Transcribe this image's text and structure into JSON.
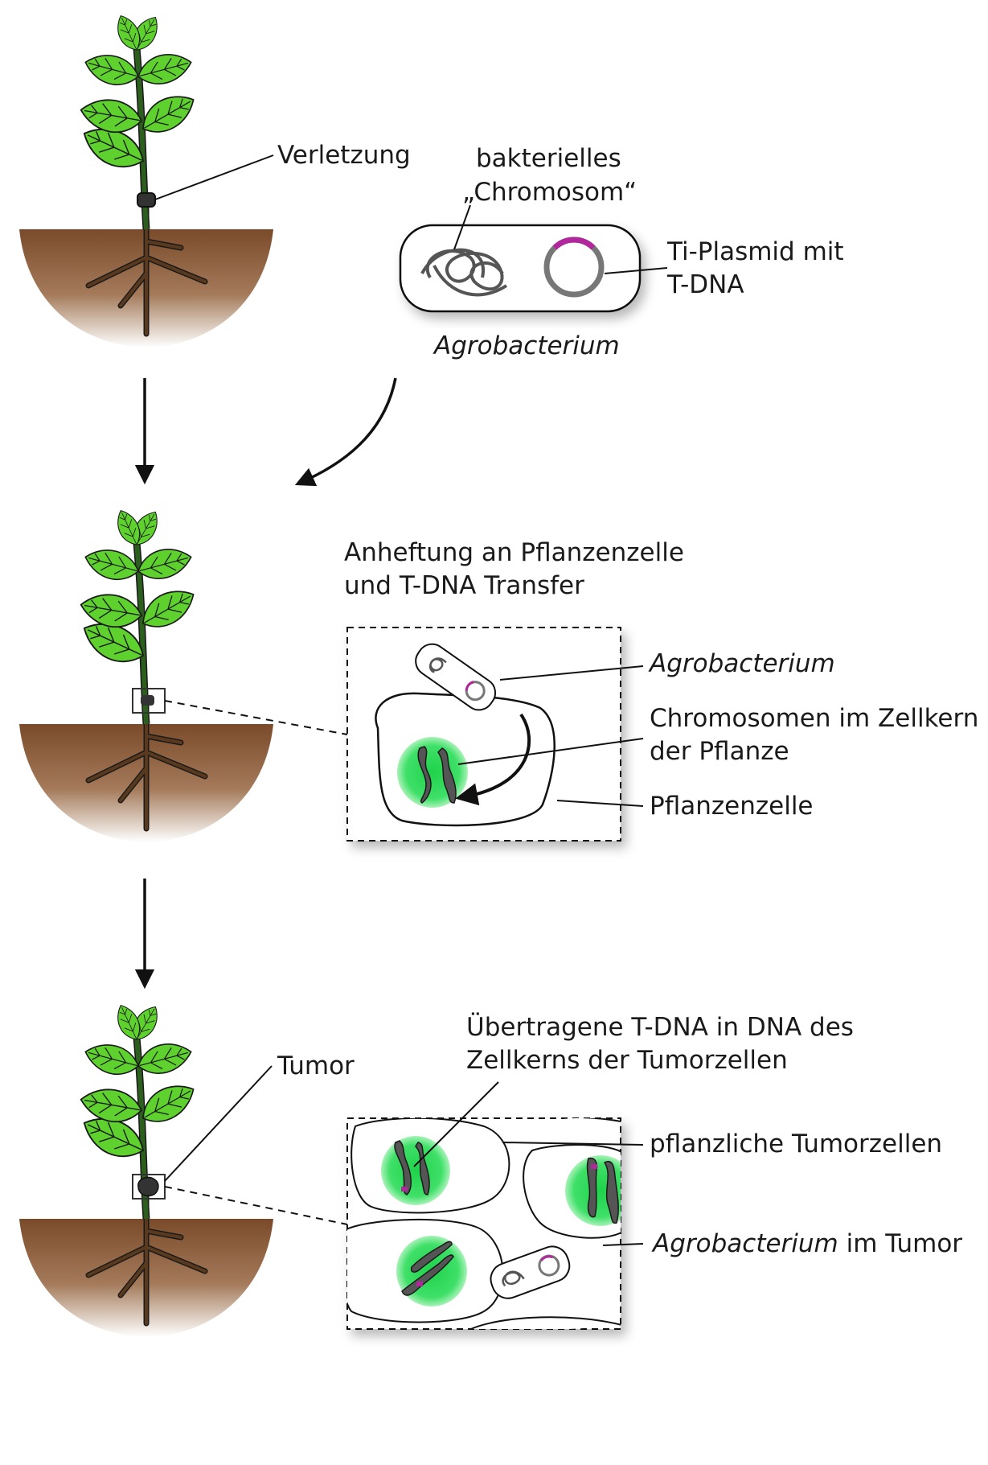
{
  "labels": {
    "wound": "Verletzung",
    "bacterial_chromosome_line1": "bakterielles",
    "bacterial_chromosome_line2": "„Chromosom“",
    "ti_plasmid_line1": "Ti-Plasmid mit",
    "ti_plasmid_line2": "T-DNA",
    "agrobacterium": "Agrobacterium",
    "attachment_line1": "Anheftung an Pflanzenzelle",
    "attachment_line2": "und T-DNA Transfer",
    "agrobacterium_2": "Agrobacterium",
    "chromosomes_line1": "Chromosomen im Zellkern",
    "chromosomes_line2": "der Pflanze",
    "plant_cell": "Pflanzenzelle",
    "tumor": "Tumor",
    "transferred_line1": "Übertragene T-DNA in DNA des",
    "transferred_line2": "Zellkerns der Tumorzellen",
    "tumor_cells": "pflanzliche Tumorzellen",
    "agro_in_tumor_italic": "Agrobacterium",
    "agro_in_tumor_rest": " im Tumor"
  },
  "colors": {
    "leaf": "#5ed12e",
    "leaf_dark": "#2f8a18",
    "stem": "#2c5e1d",
    "root": "#5a3a1f",
    "soil_top": "#7a4b2a",
    "soil_bottom": "#ffffff",
    "nucleus": "#33e05f",
    "tdna": "#b0289b",
    "chromosome": "#555555"
  }
}
